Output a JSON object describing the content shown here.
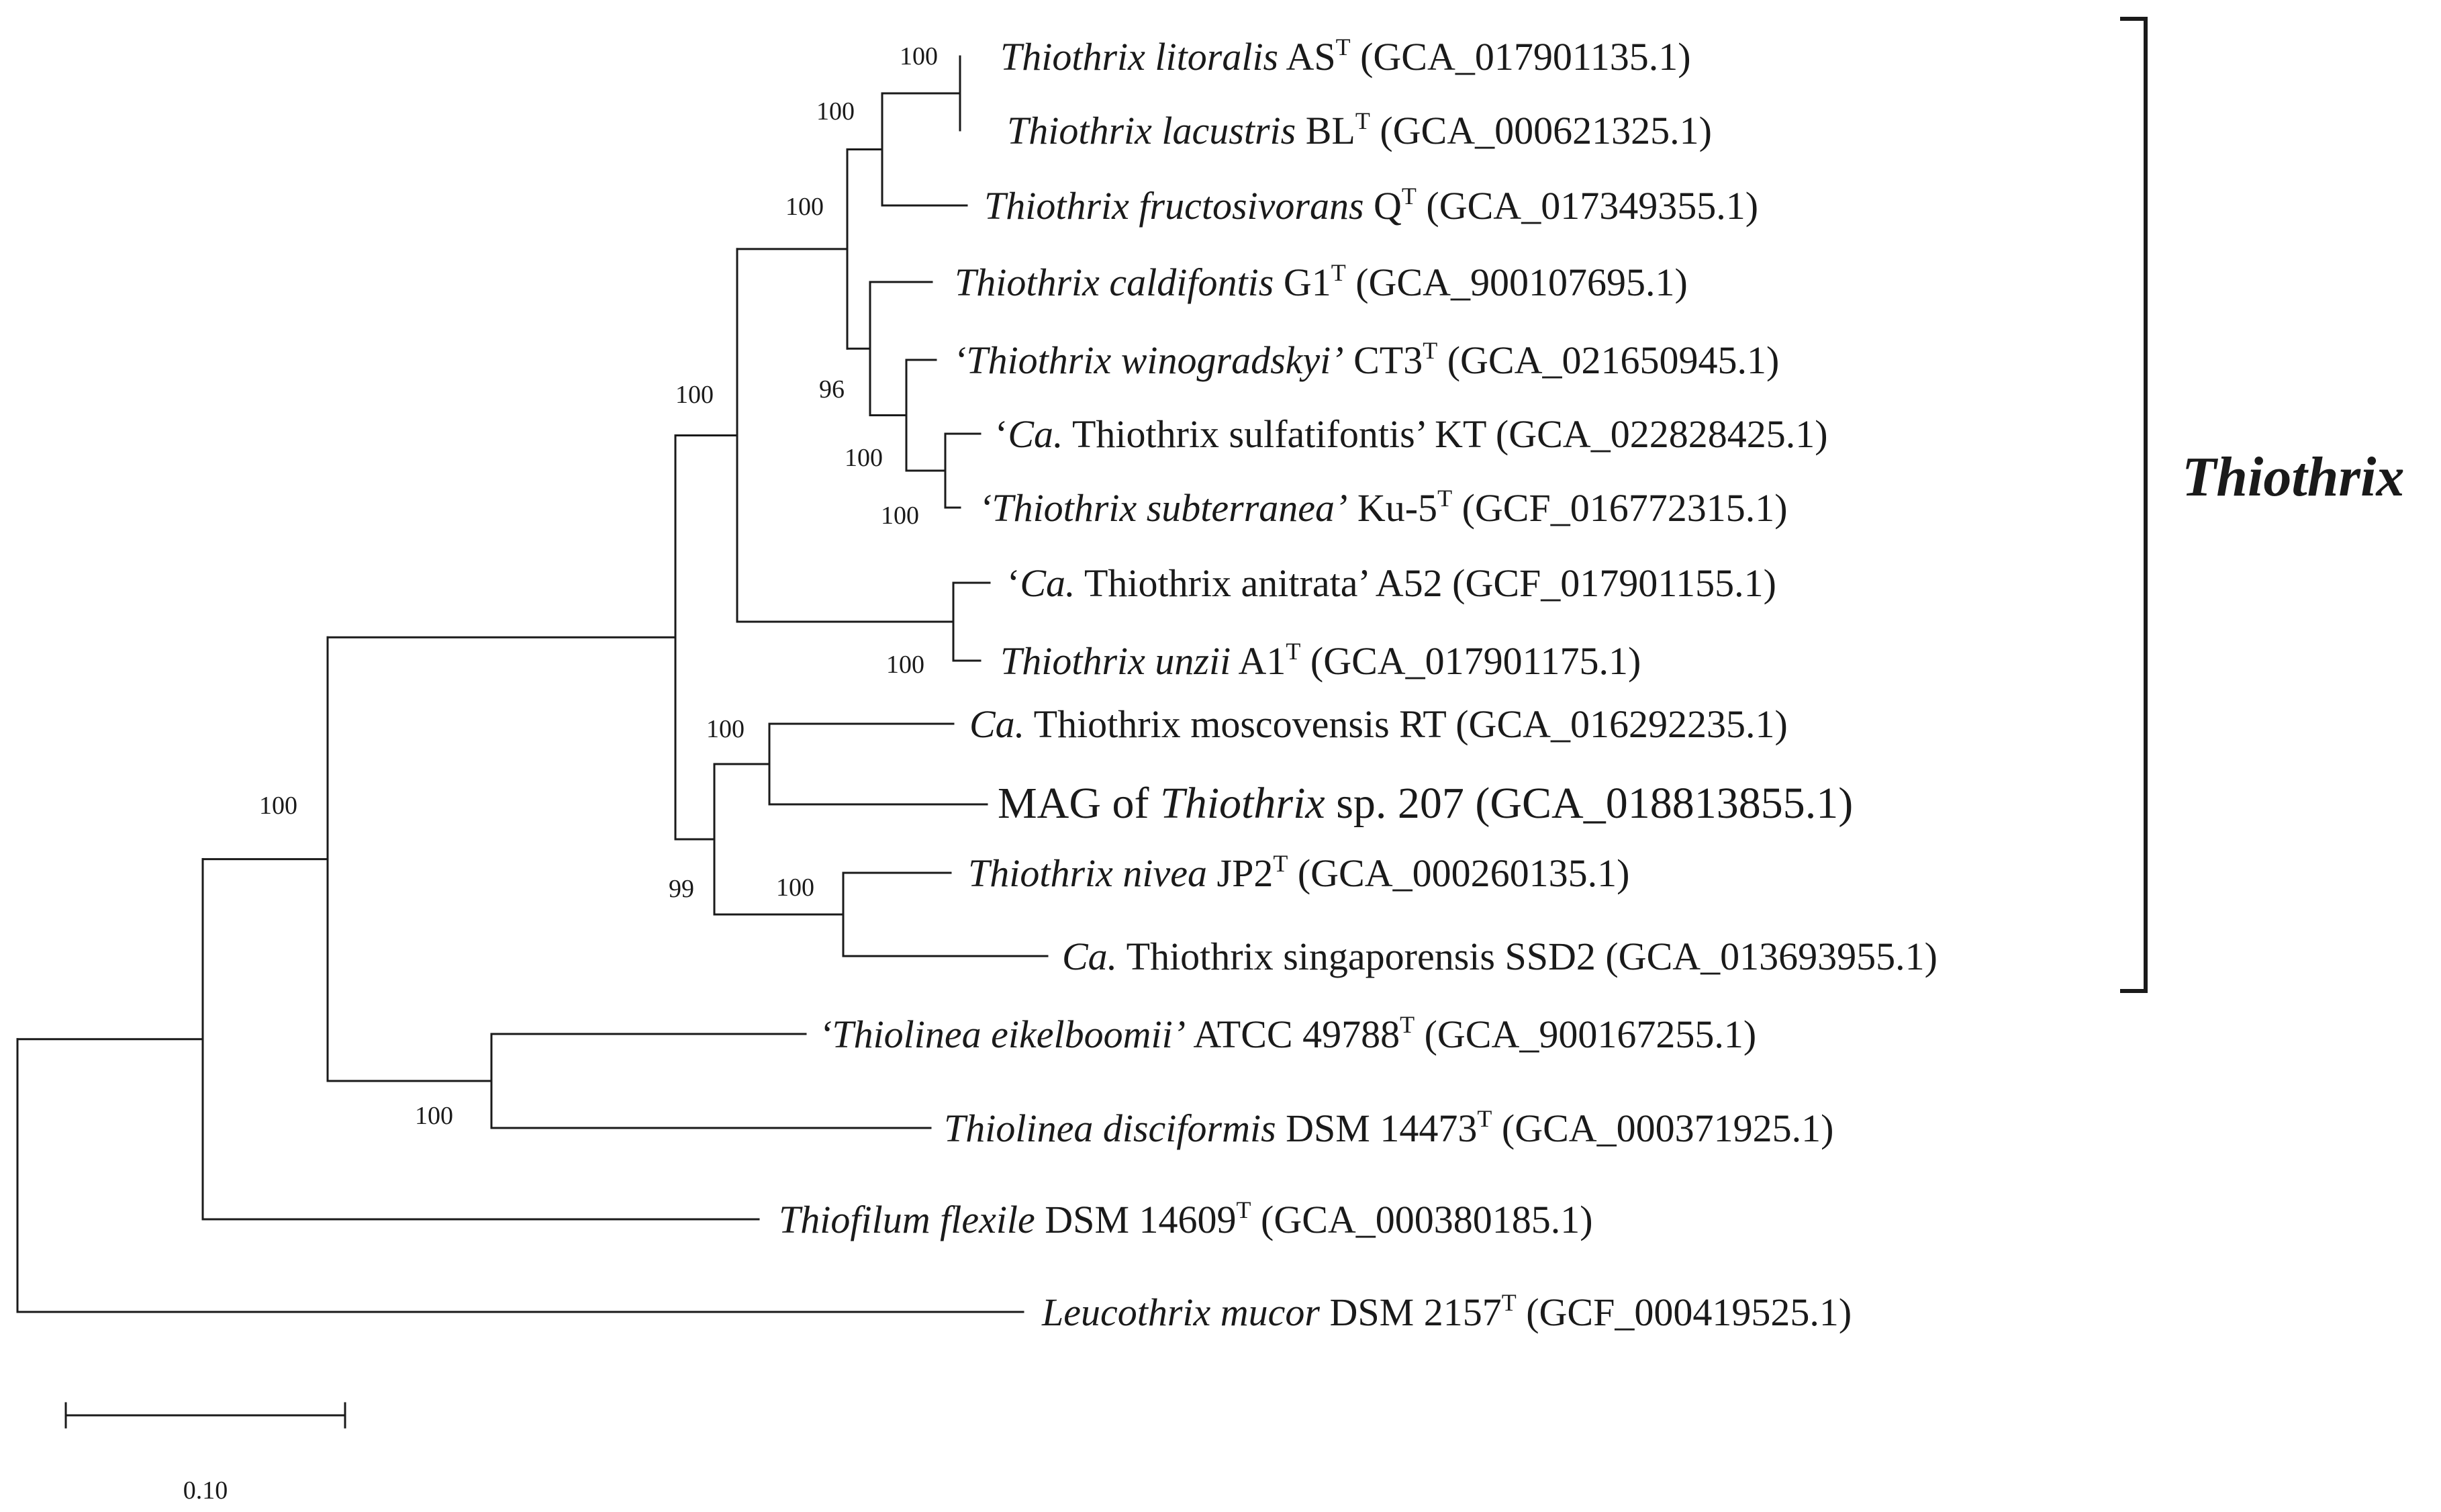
{
  "clade_label": "Thiothrix",
  "scale_bar_label": "0.10",
  "taxa": [
    {
      "id": "litoralis",
      "parts": [
        {
          "t": "Thiothrix litoralis",
          "i": true
        },
        {
          "t": " AS"
        },
        {
          "t": "T",
          "sup": true
        },
        {
          "t": " (GCA_017901135.1)"
        }
      ]
    },
    {
      "id": "lacustris",
      "parts": [
        {
          "t": "Thiothrix lacustris",
          "i": true
        },
        {
          "t": " BL"
        },
        {
          "t": "T",
          "sup": true
        },
        {
          "t": " (GCA_000621325.1)"
        }
      ]
    },
    {
      "id": "fructosivorans",
      "parts": [
        {
          "t": "Thiothrix fructosivorans",
          "i": true
        },
        {
          "t": " Q"
        },
        {
          "t": "T",
          "sup": true
        },
        {
          "t": " (GCA_017349355.1)"
        }
      ]
    },
    {
      "id": "caldifontis",
      "parts": [
        {
          "t": "Thiothrix caldifontis",
          "i": true
        },
        {
          "t": " G1"
        },
        {
          "t": "T",
          "sup": true
        },
        {
          "t": " (GCA_900107695.1)"
        }
      ]
    },
    {
      "id": "winogradskyi",
      "parts": [
        {
          "t": "‘Thiothrix winogradskyi’",
          "i": true
        },
        {
          "t": " CT3"
        },
        {
          "t": "T",
          "sup": true
        },
        {
          "t": " (GCA_021650945.1)"
        }
      ]
    },
    {
      "id": "sulfatifontis",
      "parts": [
        {
          "t": "‘"
        },
        {
          "t": "Ca.",
          "i": true
        },
        {
          "t": " Thiothrix sulfatifontis’ KT (GCA_022828425.1)"
        }
      ]
    },
    {
      "id": "subterranea",
      "parts": [
        {
          "t": "‘Thiothrix subterranea’",
          "i": true
        },
        {
          "t": " Ku-5"
        },
        {
          "t": "T",
          "sup": true
        },
        {
          "t": " (GCF_016772315.1)"
        }
      ]
    },
    {
      "id": "anitrata",
      "parts": [
        {
          "t": "‘"
        },
        {
          "t": "Ca.",
          "i": true
        },
        {
          "t": " Thiothrix anitrata’ A52 (GCF_017901155.1)"
        }
      ]
    },
    {
      "id": "unzii",
      "parts": [
        {
          "t": "Thiothrix unzii",
          "i": true
        },
        {
          "t": " A1"
        },
        {
          "t": "T",
          "sup": true
        },
        {
          "t": " (GCA_017901175.1)"
        }
      ]
    },
    {
      "id": "moscovensis",
      "parts": [
        {
          "t": "Ca.",
          "i": true
        },
        {
          "t": " Thiothrix moscovensis RT (GCA_016292235.1)"
        }
      ]
    },
    {
      "id": "mag207",
      "big": true,
      "parts": [
        {
          "t": "MAG of "
        },
        {
          "t": "Thiothrix",
          "i": true
        },
        {
          "t": " sp. 207  (GCA_018813855.1)"
        }
      ]
    },
    {
      "id": "nivea",
      "parts": [
        {
          "t": "Thiothrix nivea",
          "i": true
        },
        {
          "t": " JP2"
        },
        {
          "t": "T",
          "sup": true
        },
        {
          "t": " (GCA_000260135.1)"
        }
      ]
    },
    {
      "id": "singaporensis",
      "parts": [
        {
          "t": "Ca.",
          "i": true
        },
        {
          "t": " Thiothrix singaporensis SSD2 (GCA_013693955.1)"
        }
      ]
    },
    {
      "id": "eikelboomii",
      "parts": [
        {
          "t": "‘Thiolinea eikelboomii’",
          "i": true
        },
        {
          "t": "  ATCC 49788"
        },
        {
          "t": "T",
          "sup": true
        },
        {
          "t": " (GCA_900167255.1)"
        }
      ]
    },
    {
      "id": "disciformis",
      "parts": [
        {
          "t": "Thiolinea disciformis",
          "i": true
        },
        {
          "t": " DSM 14473"
        },
        {
          "t": "T",
          "sup": true
        },
        {
          "t": " (GCA_000371925.1)"
        }
      ]
    },
    {
      "id": "flexile",
      "parts": [
        {
          "t": "Thiofilum flexile",
          "i": true
        },
        {
          "t": " DSM 14609"
        },
        {
          "t": "T",
          "sup": true
        },
        {
          "t": " (GCA_000380185.1)"
        }
      ]
    },
    {
      "id": "mucor",
      "parts": [
        {
          "t": "Leucothrix mucor",
          "i": true
        },
        {
          "t": " DSM 2157"
        },
        {
          "t": "T",
          "sup": true
        },
        {
          "t": " (GCF_000419525.1)"
        }
      ]
    }
  ],
  "support_values": [
    {
      "node": "litoralis-lacustris",
      "value": "100"
    },
    {
      "node": "plus-fructosivorans",
      "value": "100"
    },
    {
      "node": "group-a",
      "value": "100"
    },
    {
      "node": "sulfatifontis-subterranea",
      "value": "100"
    },
    {
      "node": "plus-winogradskyi",
      "value": "100"
    },
    {
      "node": "plus-caldifontis",
      "value": "96"
    },
    {
      "node": "anitrata-unzii",
      "value": "100"
    },
    {
      "node": "upper-thiothrix",
      "value": "100"
    },
    {
      "node": "moscovensis-mag207",
      "value": "100"
    },
    {
      "node": "nivea-singaporensis",
      "value": "100"
    },
    {
      "node": "lower-thiothrix",
      "value": "99"
    },
    {
      "node": "thiothrix-thiolinea",
      "value": "100"
    },
    {
      "node": "thiolinea",
      "value": "100"
    }
  ]
}
